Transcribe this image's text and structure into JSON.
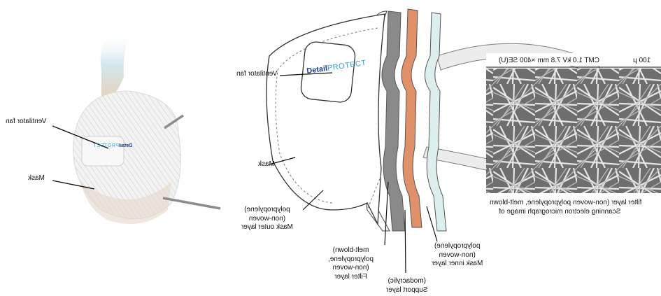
{
  "left_figure": {
    "labels": {
      "fan": "Ventilator fan",
      "mask": "Mask"
    },
    "brand": {
      "part1": "Detail",
      "part2": "PROTECT"
    }
  },
  "diagram": {
    "labels": {
      "fan": "Ventilator fan",
      "mask": "Mask",
      "outer_layer": [
        "Mask outer layer",
        "(non-woven",
        "polypropylene)"
      ],
      "filter_layer": [
        "Filter layer",
        "(non-woven",
        "polypropylene,",
        "melt-blown)"
      ],
      "support_layer": [
        "Support layer",
        "(modacrylic)"
      ],
      "inner_layer": [
        "Mask inner layer",
        "(non-woven",
        "polypropylene)"
      ]
    },
    "brand": {
      "part1": "Detail",
      "part2": "PROTECT"
    }
  },
  "sem": {
    "header_left": "CMT 1.0 kV 7.8 mm ×400 SE(U)",
    "header_right": "100 μ",
    "caption": [
      "Scanning electron micrograph image of",
      "filter layer (non-woven polypropylene, melt-blown"
    ]
  },
  "colors": {
    "support_layer": "#e0916a",
    "filter_layer": "#8a8a8a",
    "inner_layer": "#dcefee",
    "ink": "#111111"
  }
}
